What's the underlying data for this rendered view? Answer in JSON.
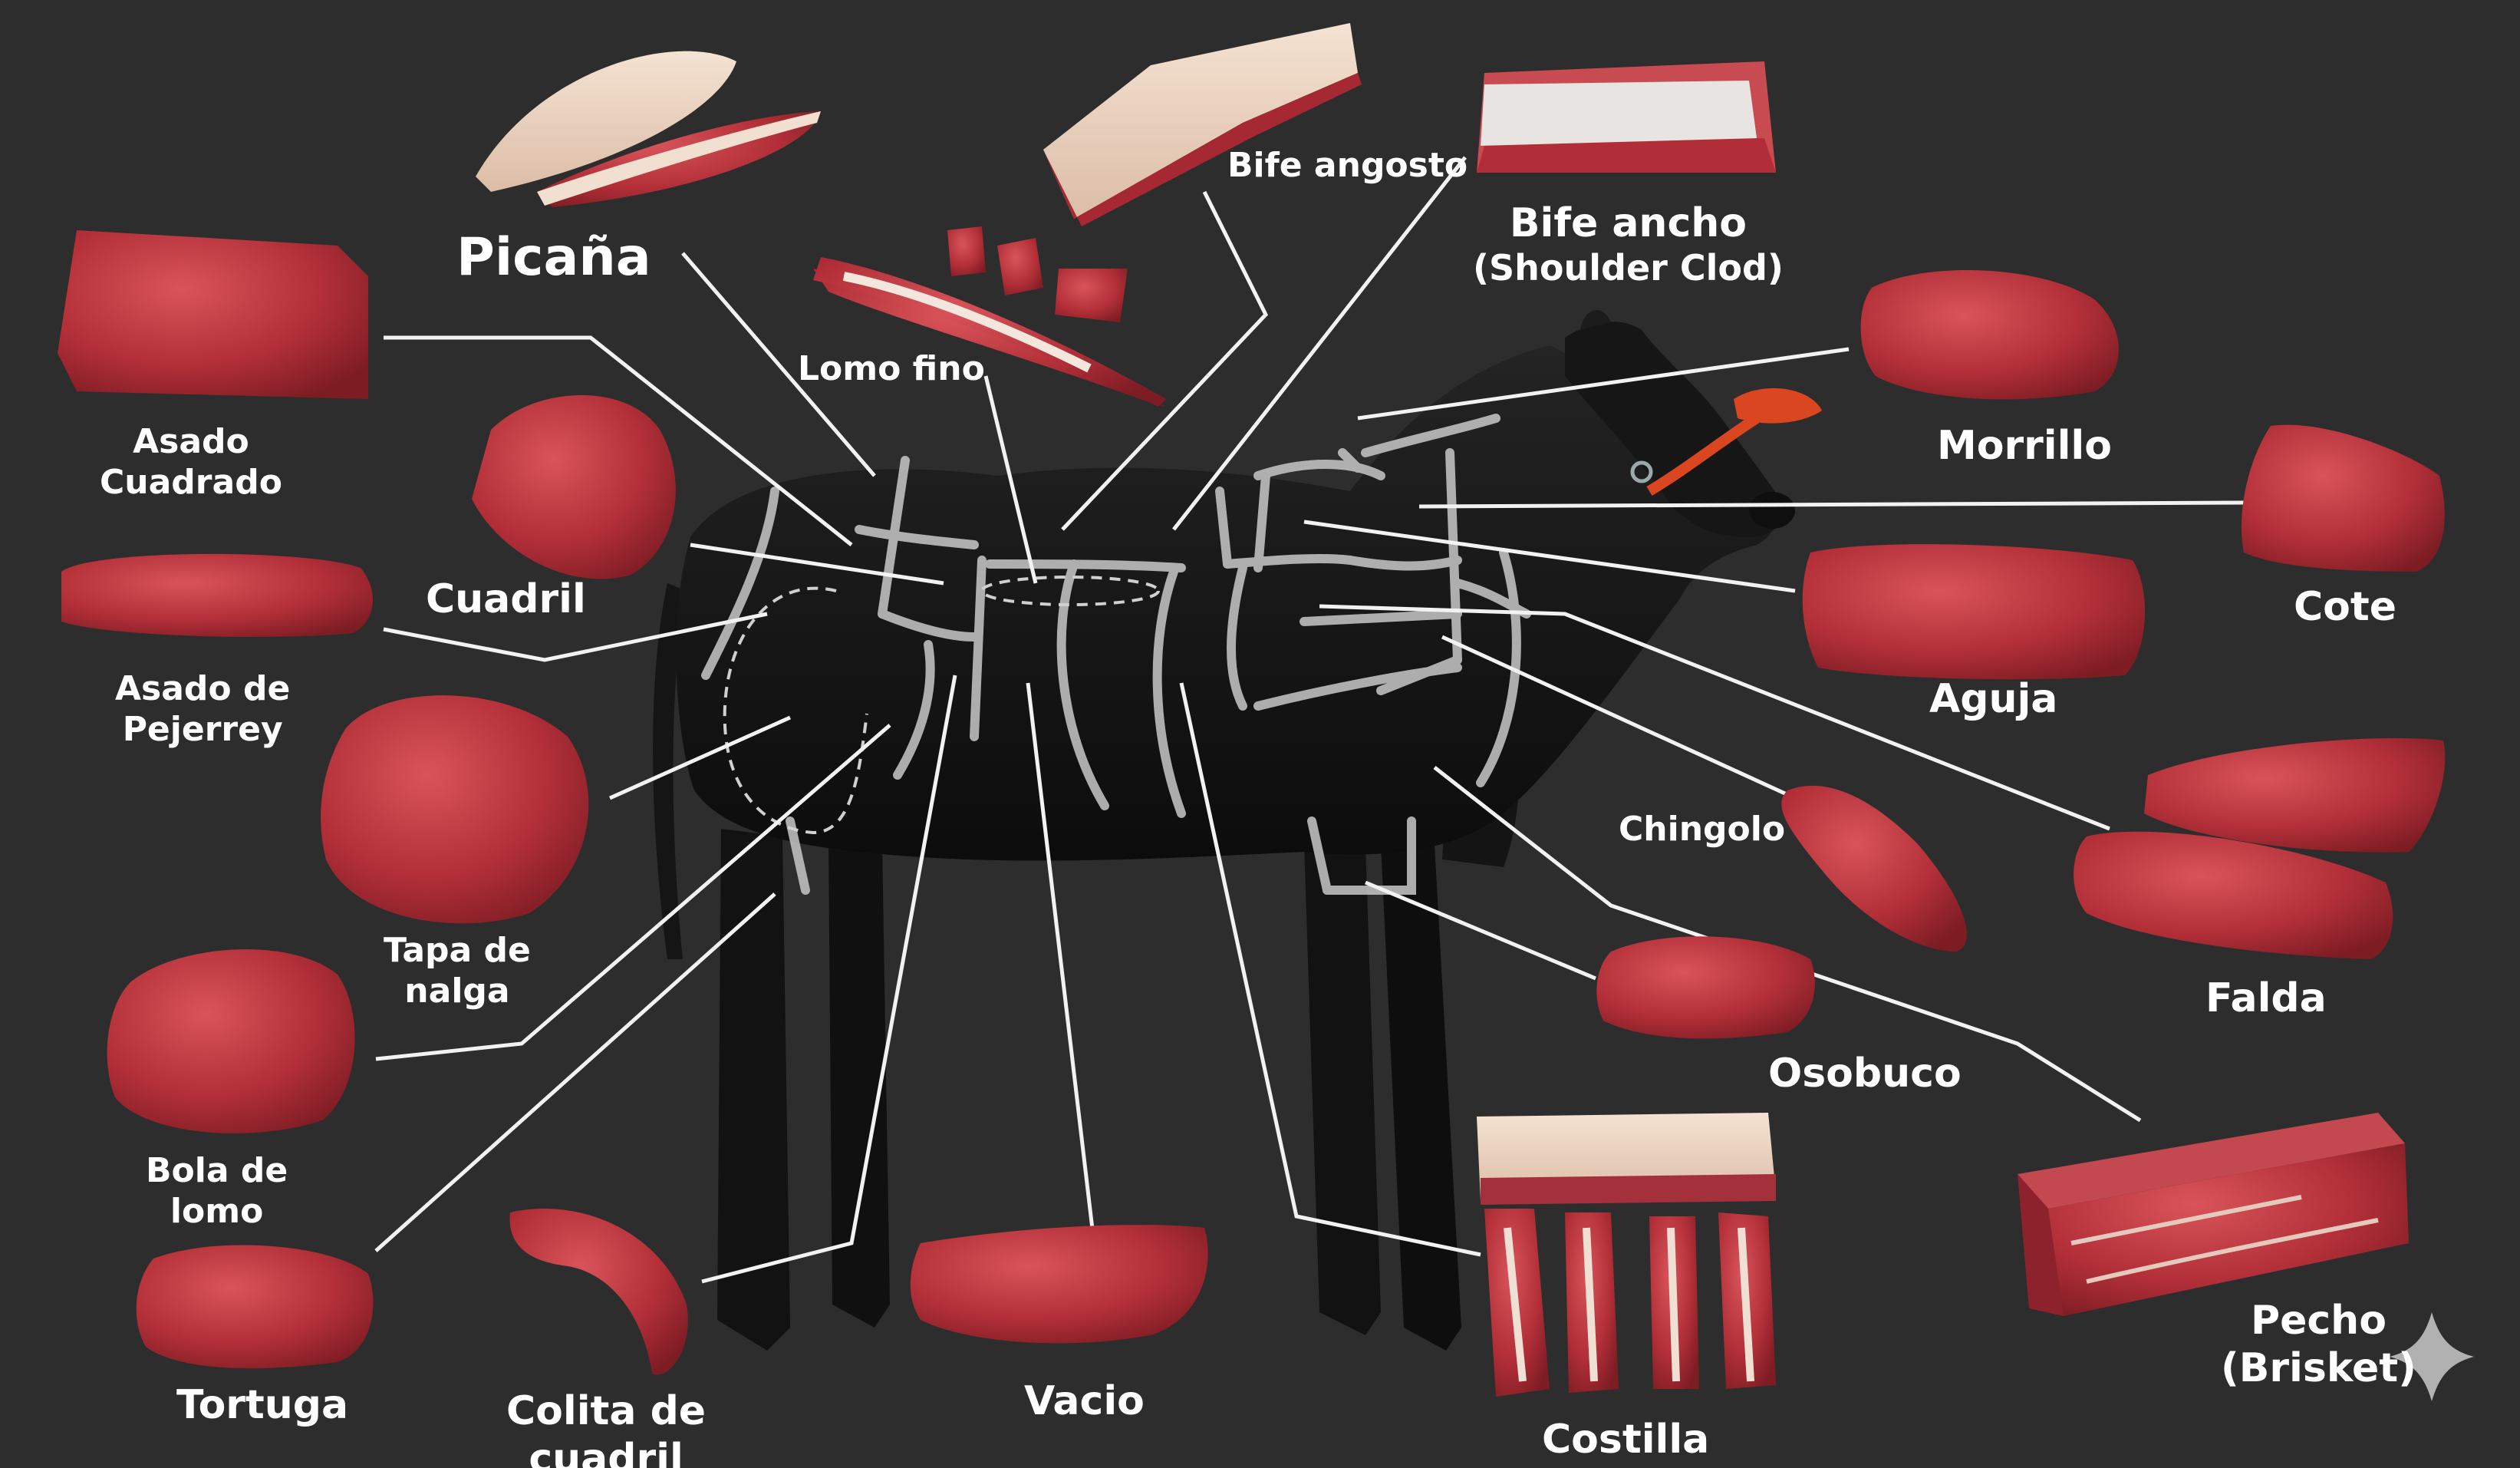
{
  "colors": {
    "background": "#2d2d2e",
    "leader_line": "#f2f2f2",
    "cow_body": "#151515",
    "cut_outline": "#c8c8c8",
    "meat_red": "#b9333a",
    "fat_cream": "#ecd5c3",
    "halter": "#d9461f"
  },
  "labels": {
    "picana": "Picaña",
    "bife_angosto": "Bife angosto",
    "bife_ancho": [
      "Bife ancho",
      "(Shoulder Clod)"
    ],
    "lomo_fino": "Lomo fino",
    "asado_cuadrado": [
      "Asado",
      "Cuadrado"
    ],
    "cuadril": "Cuadril",
    "asado_de_pejerrey": [
      "Asado de",
      "Pejerrey"
    ],
    "tapa_de_nalga": [
      "Tapa de",
      "nalga"
    ],
    "bola_de_lomo": [
      "Bola de",
      "lomo"
    ],
    "tortuga": "Tortuga",
    "colita_de_cuadril": [
      "Colita de",
      "cuadril"
    ],
    "vacio": "Vacio",
    "costilla": "Costilla",
    "osobuco": "Osobuco",
    "chingolo": "Chingolo",
    "aguja": "Aguja",
    "morrillo": "Morrillo",
    "cote": "Cote",
    "falda": "Falda",
    "pecho": [
      "Pecho",
      "(Brisket)"
    ]
  },
  "icons": {
    "corner": "sparkle-icon",
    "animal": "cow-silhouette"
  }
}
